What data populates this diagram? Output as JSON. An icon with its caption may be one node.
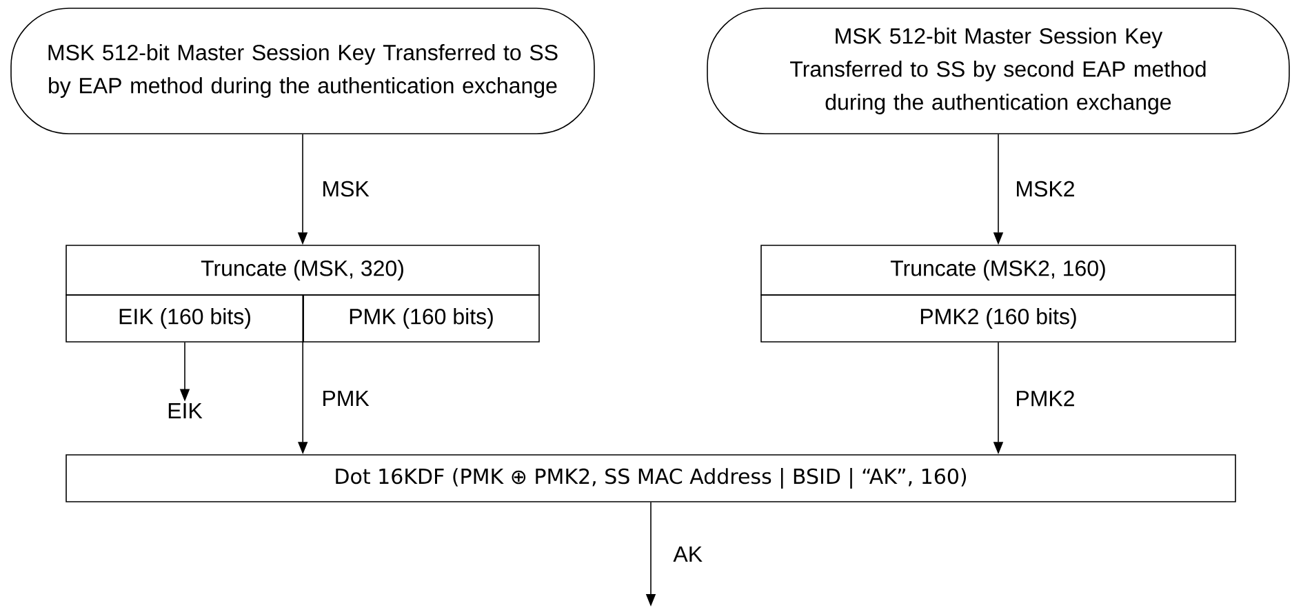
{
  "diagram": {
    "nodes": [
      {
        "text": [
          "MSK 512-bit Master Session Key Transferred to SS by EAP method during the authentication exchange"
        ]
      },
      {
        "text": [
          "MSK 512-bit Master Session Key Transferred to SS by second EAP method during the authentication exchange"
        ]
      },
      {
        "text": [
          "Truncate (MSK, 320)"
        ]
      },
      {
        "text": [
          "EIK (160 bits)"
        ]
      },
      {
        "text": [
          "PMK (160 bits)"
        ]
      },
      {
        "text": [
          "Truncate (MSK2, 160)"
        ]
      },
      {
        "text": [
          "PMK2 (160 bits)"
        ]
      },
      {
        "text": [
          "EIK"
        ]
      },
      {
        "text": [
          "Dot 16KDF (PMK ⊕ PMK2, SS MAC Address | BSID | “AK”, 160)"
        ]
      }
    ],
    "edges": [
      {
        "from": 0,
        "to": 2,
        "arrow": "to",
        "label": "MSK"
      },
      {
        "from": 1,
        "to": 5,
        "arrow": "to",
        "label": "MSK2"
      },
      {
        "from": 3,
        "to": 7,
        "arrow": "to"
      },
      {
        "from": 4,
        "to": 8,
        "arrow": "to",
        "label": "PMK"
      },
      {
        "from": 6,
        "to": 8,
        "arrow": "to",
        "label": "PMK2"
      },
      {
        "from": 8,
        "to": null,
        "arrow": "to",
        "label": "AK"
      }
    ]
  }
}
